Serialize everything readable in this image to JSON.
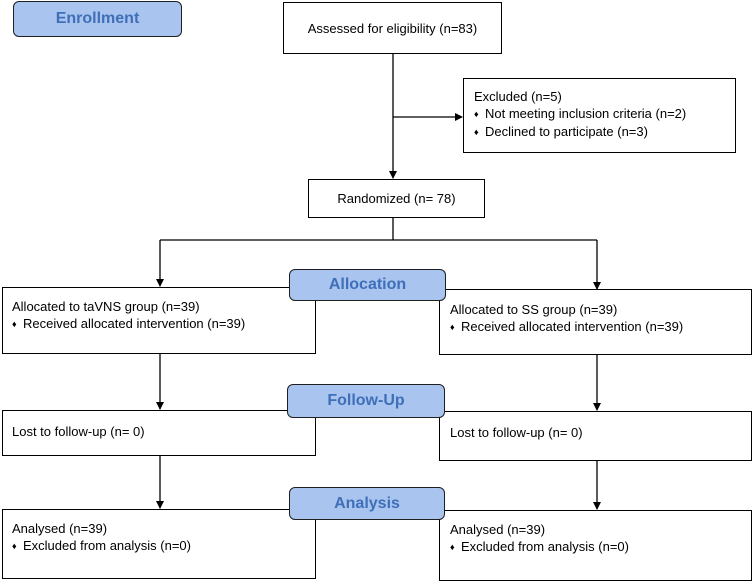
{
  "stages": {
    "enrollment": "Enrollment",
    "allocation": "Allocation",
    "follow_up": "Follow-Up",
    "analysis": "Analysis"
  },
  "bullet_glyph": "♦",
  "assessed": "Assessed for eligibility (n=83)",
  "excluded": {
    "title": "Excluded (n=5)",
    "items": [
      "Not meeting inclusion criteria (n=2)",
      "Declined to participate (n=3)"
    ]
  },
  "randomized": "Randomized (n= 78)",
  "left": {
    "allocated": "Allocated to taVNS group (n=39)",
    "allocated_item": "Received allocated intervention (n=39)",
    "lost": "Lost to follow-up (n= 0)",
    "analysed": "Analysed (n=39)",
    "analysed_item": "Excluded from analysis (n=0)"
  },
  "right": {
    "allocated": "Allocated to SS group (n=39)",
    "allocated_item": "Received allocated intervention (n=39)",
    "lost": "Lost to follow-up (n= 0)",
    "analysed": "Analysed (n=39)",
    "analysed_item": "Excluded from analysis (n=0)"
  }
}
